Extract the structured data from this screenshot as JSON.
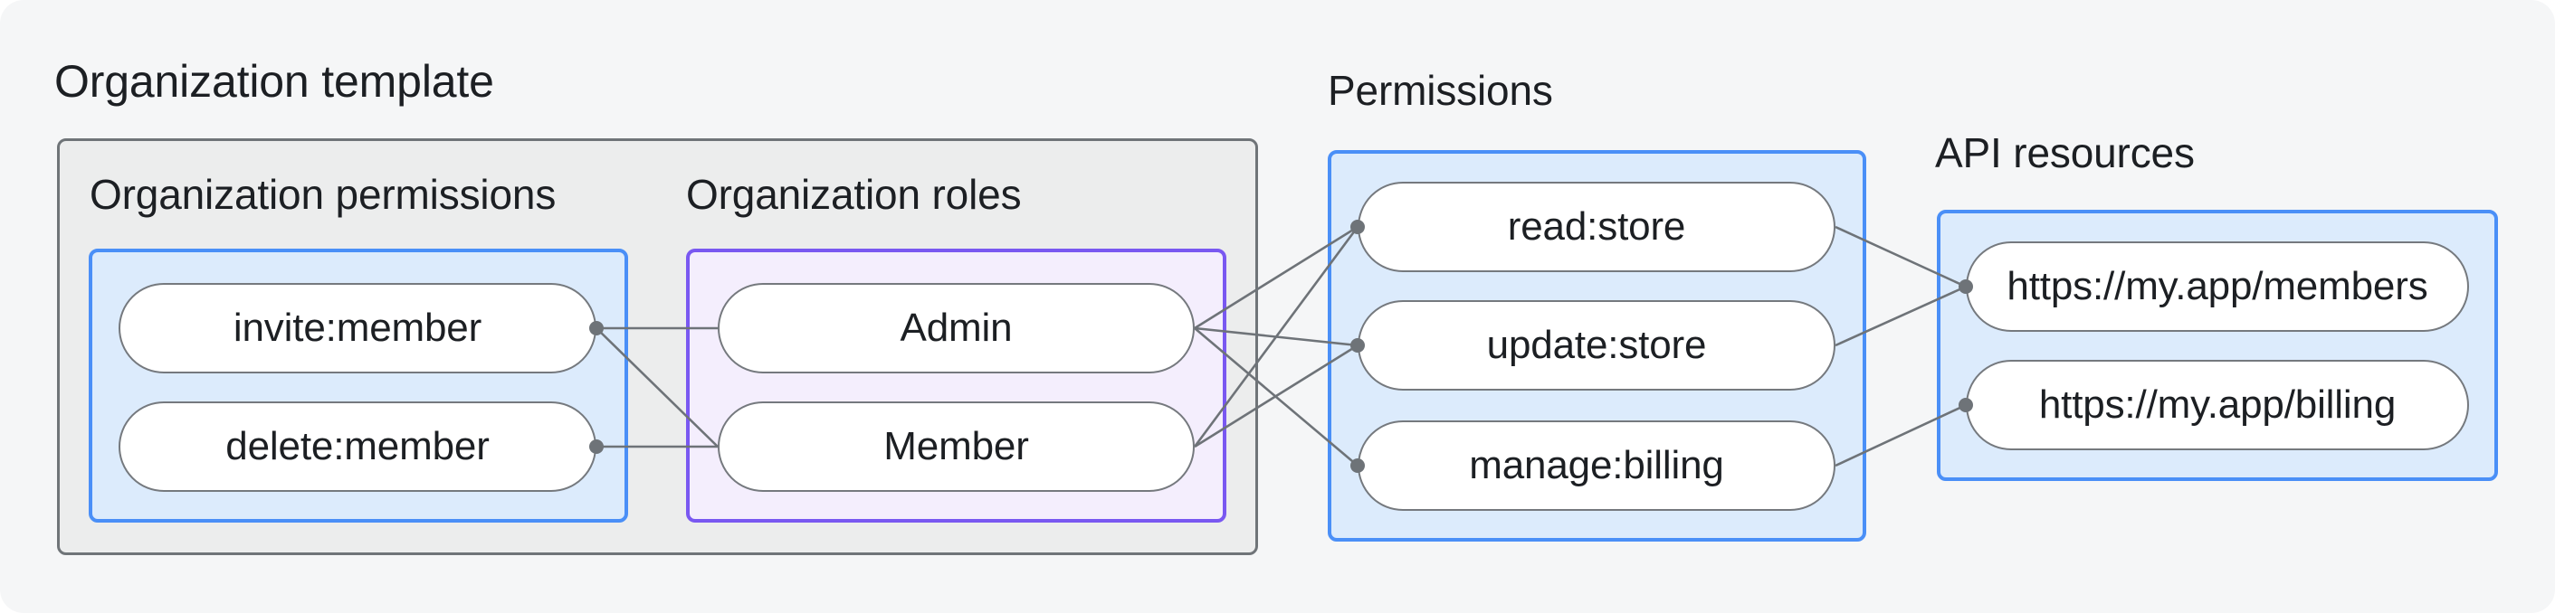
{
  "title": "Organization template",
  "sections": {
    "org_template": {
      "label": "Organization template"
    },
    "org_permissions": {
      "label": "Organization permissions"
    },
    "org_roles": {
      "label": "Organization roles"
    },
    "permissions": {
      "label": "Permissions"
    },
    "api_resources": {
      "label": "API resources"
    }
  },
  "nodes": {
    "invite": {
      "label": "invite:member",
      "group": "org_permissions"
    },
    "delete": {
      "label": "delete:member",
      "group": "org_permissions"
    },
    "admin": {
      "label": "Admin",
      "group": "org_roles"
    },
    "member": {
      "label": "Member",
      "group": "org_roles"
    },
    "read_store": {
      "label": "read:store",
      "group": "permissions"
    },
    "update_store": {
      "label": "update:store",
      "group": "permissions"
    },
    "manage_billing": {
      "label": "manage:billing",
      "group": "permissions"
    },
    "members_api": {
      "label": "https://my.app/members",
      "group": "api_resources"
    },
    "billing_api": {
      "label": "https://my.app/billing",
      "group": "api_resources"
    }
  },
  "edges": [
    {
      "from": "invite",
      "to": "admin"
    },
    {
      "from": "invite",
      "to": "member"
    },
    {
      "from": "delete",
      "to": "member"
    },
    {
      "from": "admin",
      "to": "read_store"
    },
    {
      "from": "admin",
      "to": "update_store"
    },
    {
      "from": "admin",
      "to": "manage_billing"
    },
    {
      "from": "member",
      "to": "read_store"
    },
    {
      "from": "member",
      "to": "update_store"
    },
    {
      "from": "read_store",
      "to": "members_api"
    },
    {
      "from": "update_store",
      "to": "members_api"
    },
    {
      "from": "manage_billing",
      "to": "billing_api"
    }
  ],
  "colors": {
    "page_background": "#f5f6f7",
    "template_box_fill": "#eceded",
    "template_box_border": "#6f7478",
    "blue_box_fill": "#dcebfc",
    "blue_box_border": "#4a8ff7",
    "purple_box_fill": "#f4eefd",
    "purple_box_border": "#7958f1",
    "pill_fill": "#ffffff",
    "pill_border": "#75797e",
    "connector": "#6e7378",
    "text": "#1c1f23"
  }
}
